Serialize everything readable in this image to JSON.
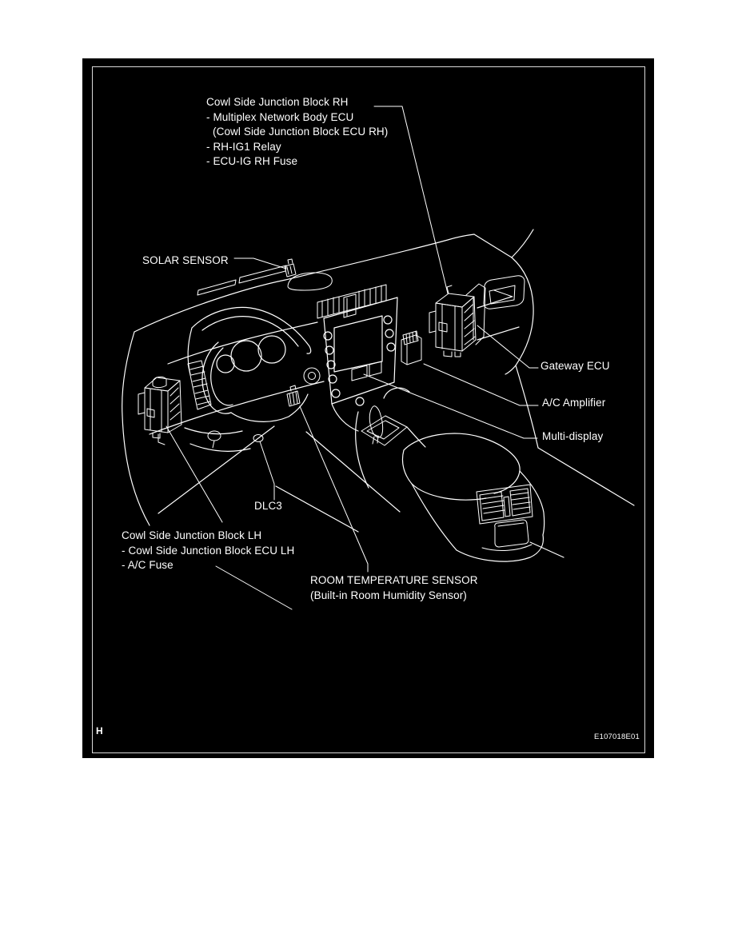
{
  "figure": {
    "corner_mark": "H",
    "figure_code": "E107018E01",
    "colors": {
      "frame": "#000000",
      "line": "#ffffff",
      "page": "#ffffff"
    },
    "labels": {
      "cowl_rh": {
        "title": "Cowl Side Junction Block RH",
        "items": [
          "- Multiplex Network Body ECU",
          "(Cowl Side Junction Block ECU RH)",
          "- RH-IG1 Relay",
          "- ECU-IG RH Fuse"
        ]
      },
      "solar": "SOLAR SENSOR",
      "gateway": "Gateway ECU",
      "ac_amplifier": "A/C Amplifier",
      "multi_display": "Multi-display",
      "dlc3": "DLC3",
      "cowl_lh": {
        "title": "Cowl Side Junction Block LH",
        "items": [
          "- Cowl Side Junction Block ECU LH",
          "- A/C Fuse"
        ]
      },
      "room_temp": {
        "line1": "ROOM TEMPERATURE SENSOR",
        "line2": "(Built-in Room Humidity Sensor)"
      }
    }
  }
}
